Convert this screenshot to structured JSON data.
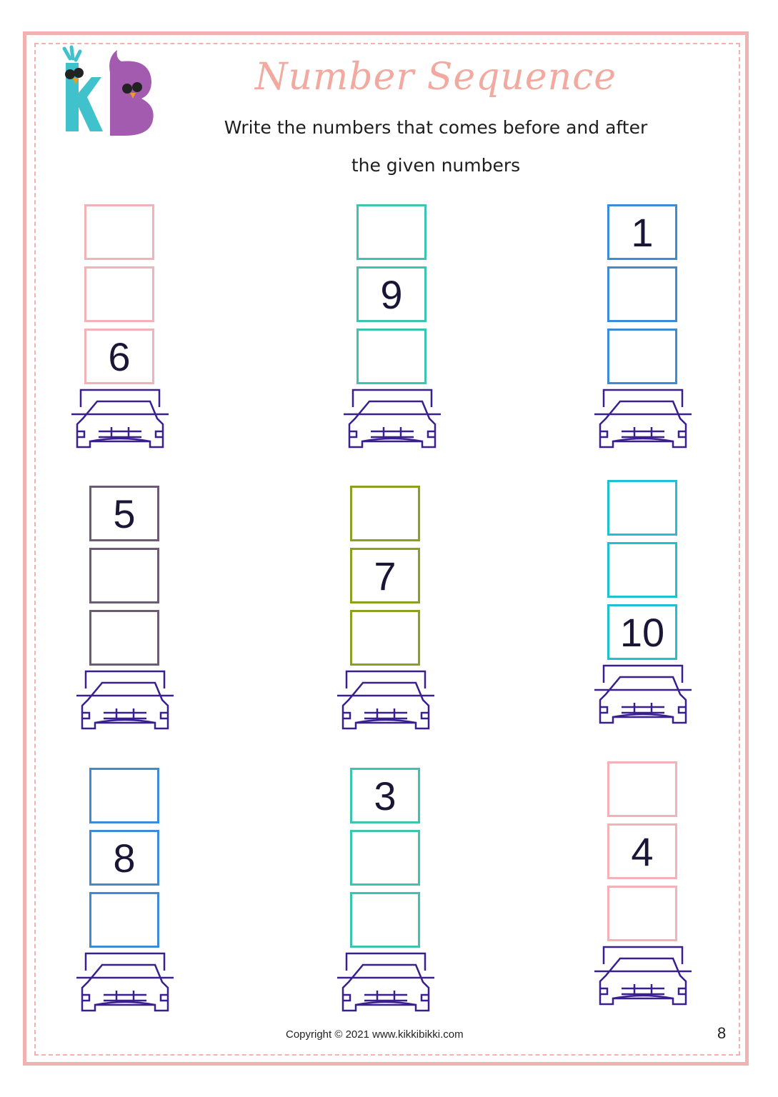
{
  "logo": {
    "text": "KB",
    "colors": {
      "k": "#3fc2cc",
      "b": "#a35bb0"
    }
  },
  "title": "Number Sequence",
  "instructions": {
    "line1": "Write the numbers that comes before and after",
    "line2": "the given numbers"
  },
  "car_color": "#3a1f8f",
  "groups": [
    {
      "color": "#f3b2b8",
      "values": [
        "",
        "",
        "6"
      ]
    },
    {
      "color": "#3cc4b0",
      "values": [
        "",
        "9",
        ""
      ]
    },
    {
      "color": "#3d8ad6",
      "values": [
        "1",
        "",
        ""
      ]
    },
    {
      "color": "#6b5b73",
      "values": [
        "5",
        "",
        ""
      ]
    },
    {
      "color": "#8ca020",
      "values": [
        "",
        "7",
        ""
      ]
    },
    {
      "color": "#20c0d0",
      "values": [
        "",
        "",
        "10"
      ]
    },
    {
      "color": "#3d8ad6",
      "values": [
        "",
        "8",
        ""
      ]
    },
    {
      "color": "#3cc4b0",
      "values": [
        "3",
        "",
        ""
      ]
    },
    {
      "color": "#f3b2b8",
      "values": [
        "",
        "4",
        ""
      ]
    }
  ],
  "footer": {
    "copyright": "Copyright © 2021 www.kikkibikki.com",
    "page_number": "8"
  }
}
